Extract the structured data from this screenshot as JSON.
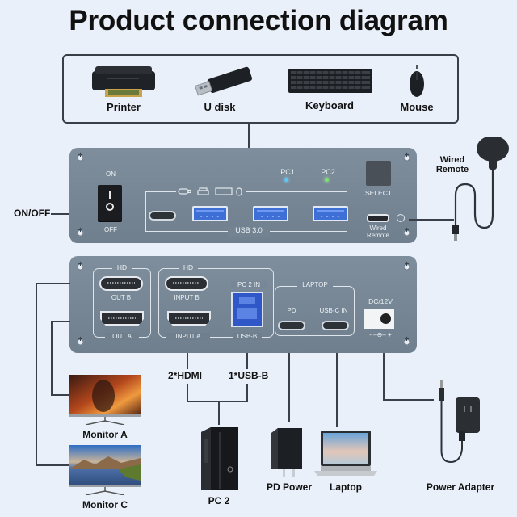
{
  "title": "Product connection diagram",
  "usb_devices": [
    {
      "label": "Printer",
      "icon": "printer-icon"
    },
    {
      "label": "U disk",
      "icon": "usb-drive-icon"
    },
    {
      "label": "Keyboard",
      "icon": "keyboard-icon"
    },
    {
      "label": "Mouse",
      "icon": "mouse-icon"
    }
  ],
  "top_panel": {
    "power_switch": {
      "on": "ON",
      "off": "OFF",
      "external_label": "ON/OFF"
    },
    "usb_group_label": "USB 3.0",
    "usb_icons": [
      "usb-drive-icon",
      "printer-icon",
      "keyboard-icon",
      "mouse-icon"
    ],
    "leds": [
      {
        "label": "PC1",
        "color": "#5ec8f5"
      },
      {
        "label": "PC2",
        "color": "#7fe06a"
      }
    ],
    "select_label": "SELECT",
    "wired_remote_port_label": [
      "Wired",
      "Remote"
    ],
    "wired_remote_external_label": [
      "Wired",
      "Remote"
    ]
  },
  "bottom_panel": {
    "hd_group_out": {
      "header": "HD",
      "ports": [
        "OUT B",
        "OUT A"
      ]
    },
    "hd_group_in": {
      "header": "HD",
      "ports": [
        "INPUT B",
        "INPUT A"
      ]
    },
    "pc2_in": {
      "header": "PC 2 IN",
      "port": "USB-B"
    },
    "laptop": {
      "header": "LAPTOP",
      "ports": [
        "PD",
        "USB-C IN"
      ]
    },
    "dc": {
      "label": "DC/12V",
      "polarity": "- ⊖C+ +"
    }
  },
  "connections": {
    "hdmi_label": "2*HDMI",
    "usbb_label": "1*USB-B"
  },
  "devices": [
    {
      "label": "Monitor A"
    },
    {
      "label": "Monitor C"
    },
    {
      "label": "PC 2"
    },
    {
      "label": "PD Power"
    },
    {
      "label": "Laptop"
    },
    {
      "label": "Power Adapter"
    }
  ],
  "colors": {
    "background": "#eaf0f9",
    "panel": "#77879a",
    "wire": "#3b4048",
    "usb_blue": "#3e6fd6"
  }
}
